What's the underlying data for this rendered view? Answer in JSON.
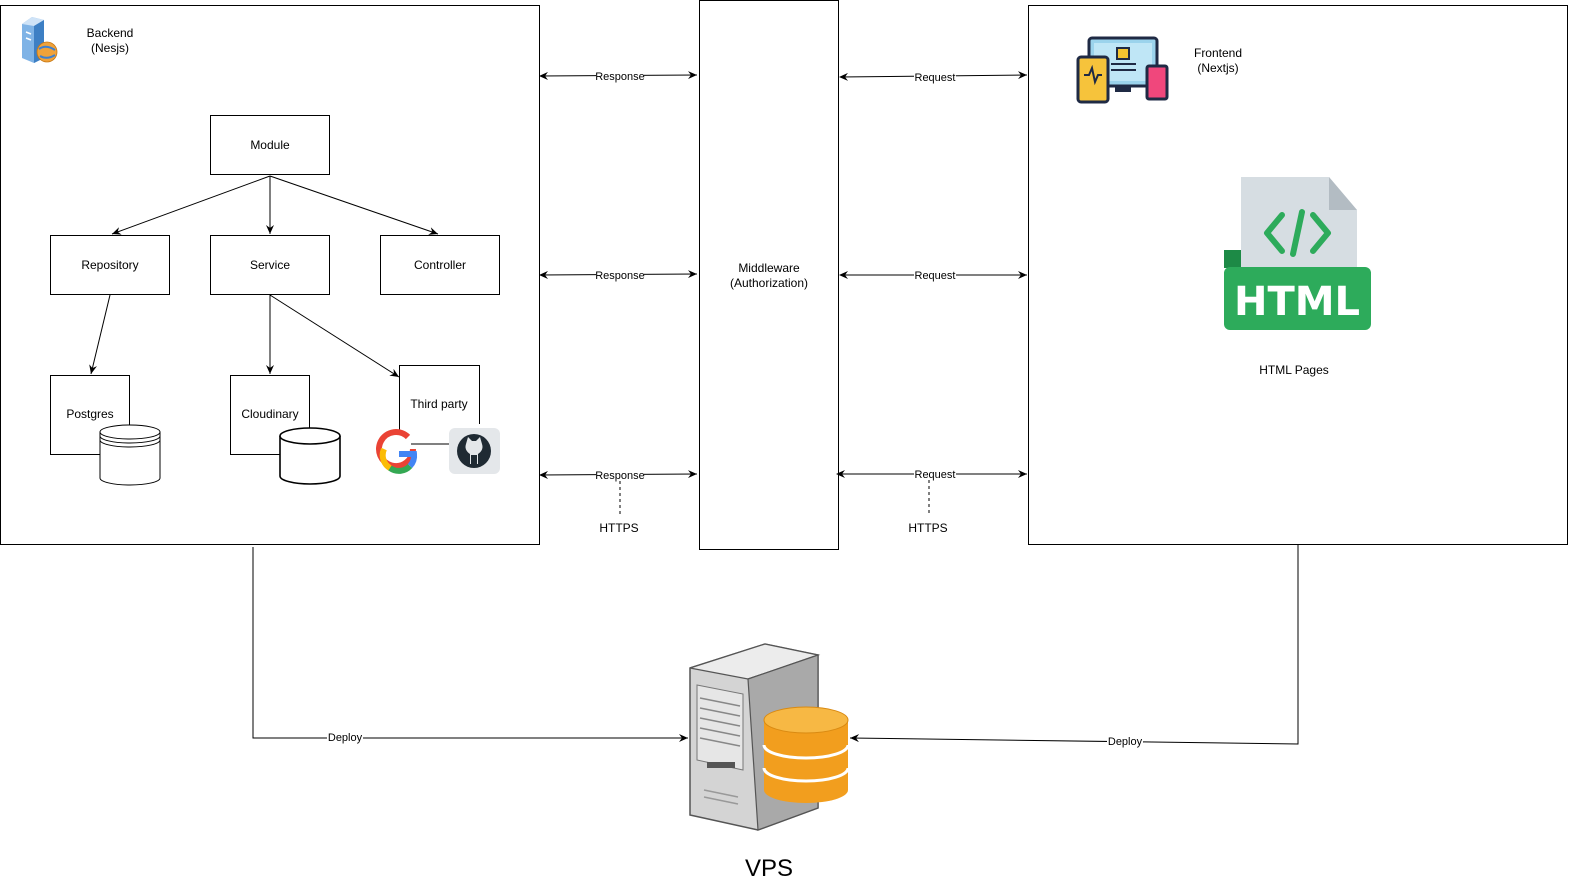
{
  "backend": {
    "title": "Backend",
    "subtitle": "(Nesjs)",
    "icon": "server-globe-icon",
    "nodes": {
      "module": "Module",
      "repository": "Repository",
      "service": "Service",
      "controller": "Controller",
      "postgres": "Postgres",
      "cloudinary": "Cloudinary",
      "third_party": "Third party"
    },
    "third_party_icons": [
      "google-icon",
      "github-icon"
    ]
  },
  "middleware": {
    "title": "Middleware",
    "subtitle": "(Authorization)"
  },
  "frontend": {
    "title": "Frontend",
    "subtitle": "(Nextjs)",
    "icon": "devices-icon",
    "html_badge": "HTML",
    "html_caption": "HTML Pages"
  },
  "edges": {
    "response": "Response",
    "request": "Request",
    "https": "HTTPS",
    "deploy": "Deploy"
  },
  "vps": {
    "label": "VPS",
    "icon": "server-database-icon"
  },
  "colors": {
    "html_green": "#2dab5b",
    "html_paper": "#d6dde2",
    "db_orange": "#f29e1e",
    "server_gray": "#c9c9c9"
  }
}
